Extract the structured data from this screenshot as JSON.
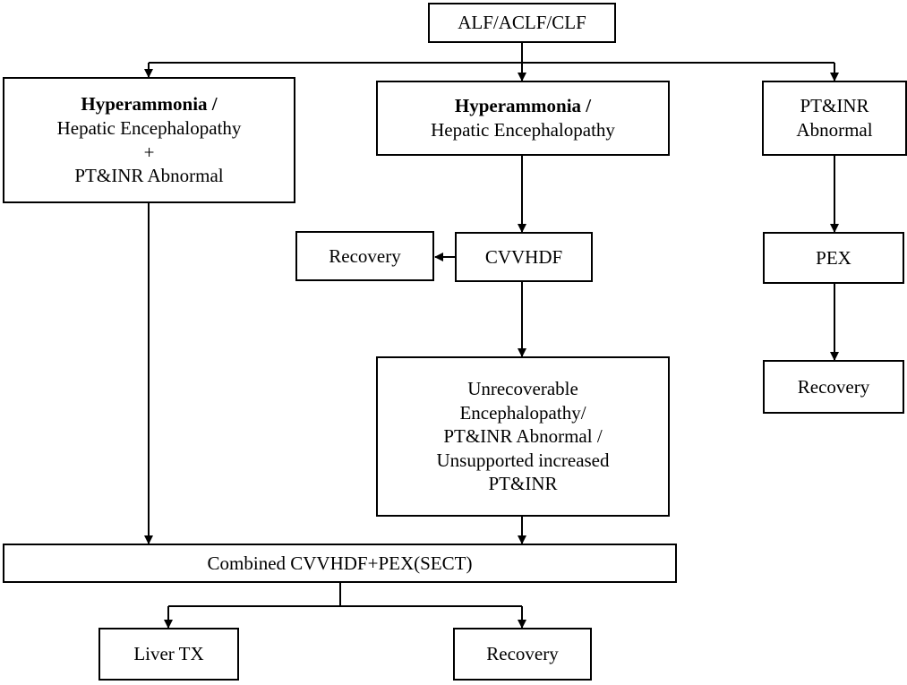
{
  "diagram": {
    "top": {
      "label": "ALF/ACLF/CLF"
    },
    "left_branch": {
      "line1": "Hyperammonia /",
      "line2": "Hepatic Encephalopathy",
      "line3": "+",
      "line4": "PT&INR Abnormal"
    },
    "middle_branch": {
      "line1": "Hyperammonia /",
      "line2": "Hepatic Encephalopathy"
    },
    "right_branch": {
      "line1": "PT&INR",
      "line2": "Abnormal"
    },
    "cvvhdf": {
      "label": "CVVHDF"
    },
    "recovery_mid": {
      "label": "Recovery"
    },
    "pex": {
      "label": "PEX"
    },
    "recovery_right": {
      "label": "Recovery"
    },
    "unrecoverable": {
      "line1": "Unrecoverable",
      "line2": "Encephalopathy/",
      "line3": "PT&INR Abnormal /",
      "line4": "Unsupported increased",
      "line5": "PT&INR"
    },
    "combined": {
      "label": "Combined CVVHDF+PEX(SECT)"
    },
    "liver_tx": {
      "label": "Liver TX"
    },
    "recovery_bottom": {
      "label": "Recovery"
    }
  }
}
